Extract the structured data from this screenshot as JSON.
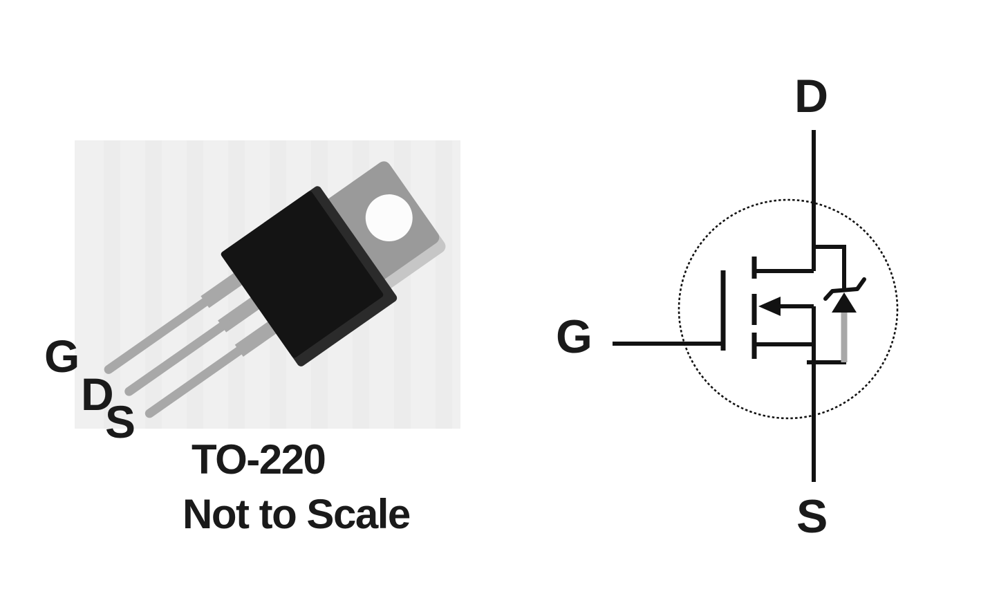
{
  "photo": {
    "pin_labels": {
      "gate": "G",
      "drain": "D",
      "source": "S"
    },
    "caption_line1": "TO-220",
    "caption_line2": "Not to Scale"
  },
  "schematic": {
    "terminal_labels": {
      "drain": "D",
      "gate": "G",
      "source": "S"
    }
  },
  "colors": {
    "text": "#1a1a1a",
    "schematic_line": "#121212",
    "photo_background": "#f0f0f0",
    "photo_stripe": "#e9e9e9",
    "package_body": "#141414",
    "package_body_side": "#2b2b2b",
    "metal_tab": "#9a9a9a",
    "metal_tab_edge": "#c6c6c6",
    "mounting_hole": "#fcfcfc",
    "lead": "#a8a8a8",
    "diode_gray_line": "#a8a8a8"
  }
}
